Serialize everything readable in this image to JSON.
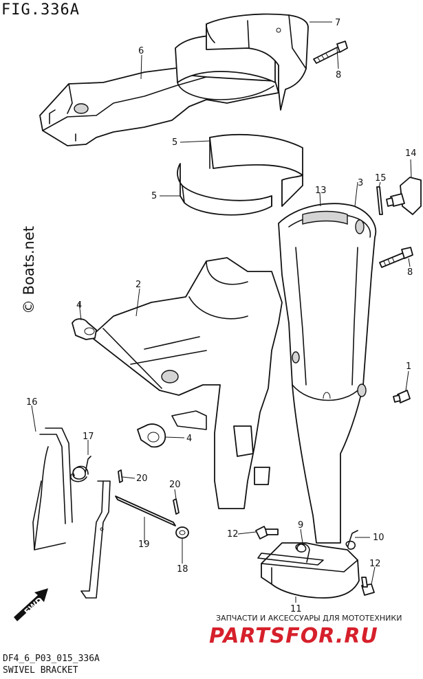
{
  "figure_title": "FIG.336A",
  "watermark_side": "© Boats.net",
  "footer": {
    "code": "DF4_6_P03_015_336A",
    "name": "SWIVEL BRACKET"
  },
  "shop_watermark": {
    "caption": "ЗАПЧАСТИ И АКСЕССУАРЫ ДЛЯ МОТОТЕХНИКИ",
    "logo": "PARTSFOR.RU"
  },
  "fwd_label": "FWD",
  "callouts": {
    "c1": "1",
    "c2": "2",
    "c3": "3",
    "c4a": "4",
    "c4b": "4",
    "c5a": "5",
    "c5b": "5",
    "c6": "6",
    "c7": "7",
    "c8a": "8",
    "c8b": "8",
    "c9": "9",
    "c10": "10",
    "c11": "11",
    "c12a": "12",
    "c12b": "12",
    "c13": "13",
    "c14": "14",
    "c15": "15",
    "c16": "16",
    "c17": "17",
    "c18": "18",
    "c19": "19",
    "c20a": "20",
    "c20b": "20"
  }
}
